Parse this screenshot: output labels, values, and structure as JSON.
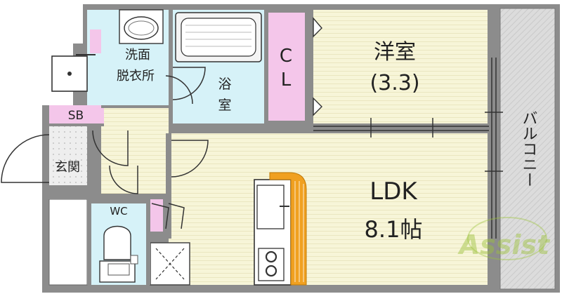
{
  "rooms": {
    "western": {
      "name": "洋室",
      "size": "(3.3)"
    },
    "ldk": {
      "name": "LDK",
      "size": "8.1帖"
    },
    "closet": {
      "line1": "C",
      "line2": "L"
    },
    "bath": {
      "line1": "浴",
      "line2": "室"
    },
    "washroom": {
      "line1": "洗面",
      "line2": "脱衣所"
    },
    "shoebox": {
      "name": "SB"
    },
    "entrance": {
      "name": "玄関"
    },
    "toilet": {
      "name": "WC"
    },
    "balcony": {
      "name": "バルコニー"
    }
  },
  "watermark": {
    "text": "Assist"
  },
  "colors": {
    "outer_wall": "#8c8c8c",
    "floor_wood": "#f7f5d8",
    "floor_blue": "#d6f2f8",
    "closet_pink": "#f4c6ea",
    "balcony_gray": "#dcdcdc",
    "entrance_tile": "#e8e8e8",
    "counter_orange": "#f0a020",
    "watermark_green": "#9cc23a"
  }
}
